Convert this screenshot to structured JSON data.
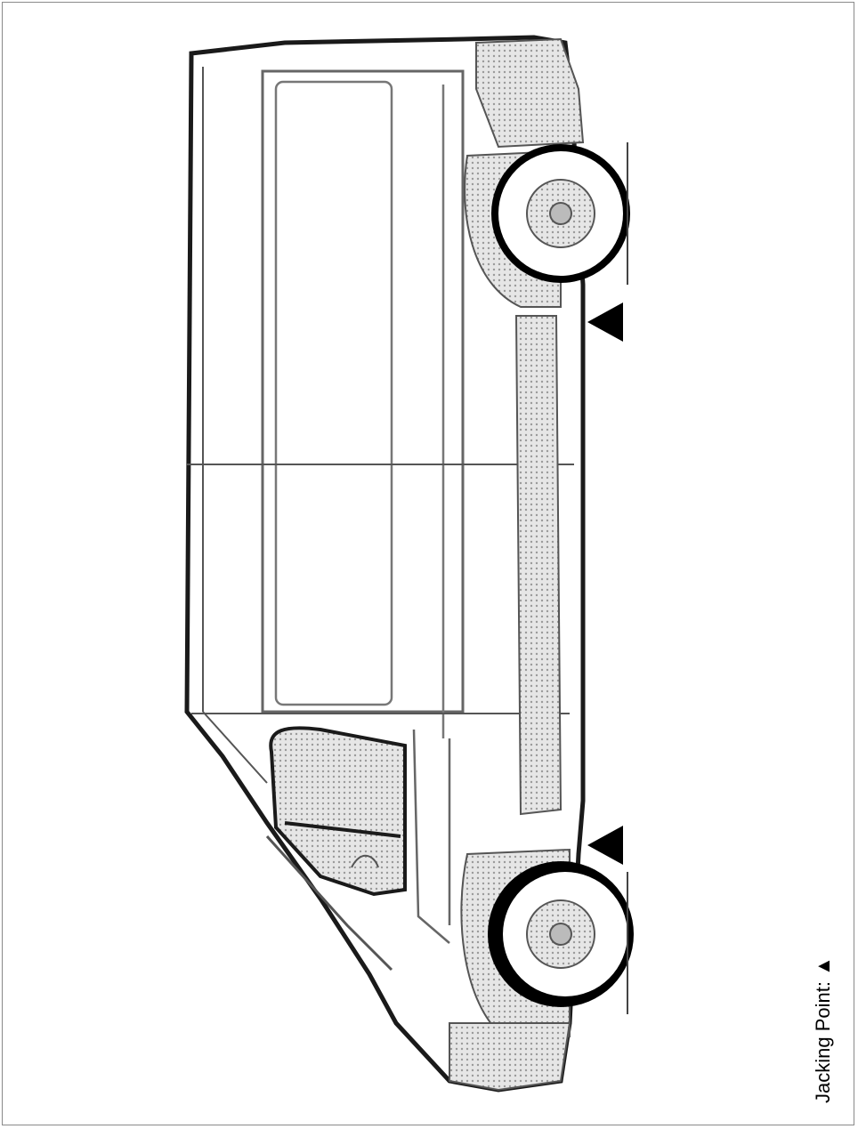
{
  "legend": {
    "label": "Jacking Point:",
    "symbol": "▲"
  },
  "colors": {
    "outline": "#1a1a1a",
    "panel_line": "#555555",
    "hatch_fill": "#d8d8d8",
    "tire": "#000000",
    "marker": "#000000",
    "frame": "#8a8a8a"
  },
  "jacking_points": [
    {
      "name": "rear-jacking-point"
    },
    {
      "name": "front-jacking-point"
    }
  ]
}
